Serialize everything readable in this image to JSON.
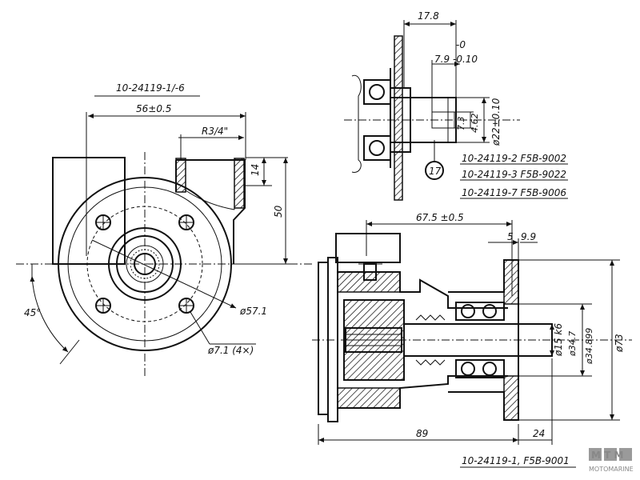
{
  "front_view": {
    "part_ref": "10-24119-1/-6",
    "dim_width": "56±0.5",
    "thread": "R3/4\"",
    "dim_14": "14",
    "dim_50": "50",
    "angle": "45°",
    "pcd": "ø57.1",
    "holes": "ø7.1 (4×)"
  },
  "detail_view": {
    "dim_17_8": "17.8",
    "tol_upper": "-0",
    "dim_7_9": "7.9",
    "tol_lower": "-0.10",
    "dia_22": "ø22±0.10",
    "key_7_3": "7.3",
    "key_4_62": "4.62",
    "item_no": "17",
    "variants": [
      "10-24119-2  F5B-9002",
      "10-24119-3  F5B-9022",
      "10-24119-7  F5B-9006"
    ]
  },
  "section_view": {
    "dim_67_5": "67.5 ±0.5",
    "dim_5": "5",
    "dim_9_9": "9.9",
    "dia_15": "ø15 k6",
    "dia_34_7": "ø34.7",
    "dia_34_899": "ø34.899",
    "dia_73": "ø73",
    "dim_89": "89",
    "dim_24": "24",
    "part_label": "10-24119-1, F5B-9001"
  },
  "logo": {
    "letters": "MTM",
    "caption": "MOTOMARINE"
  }
}
